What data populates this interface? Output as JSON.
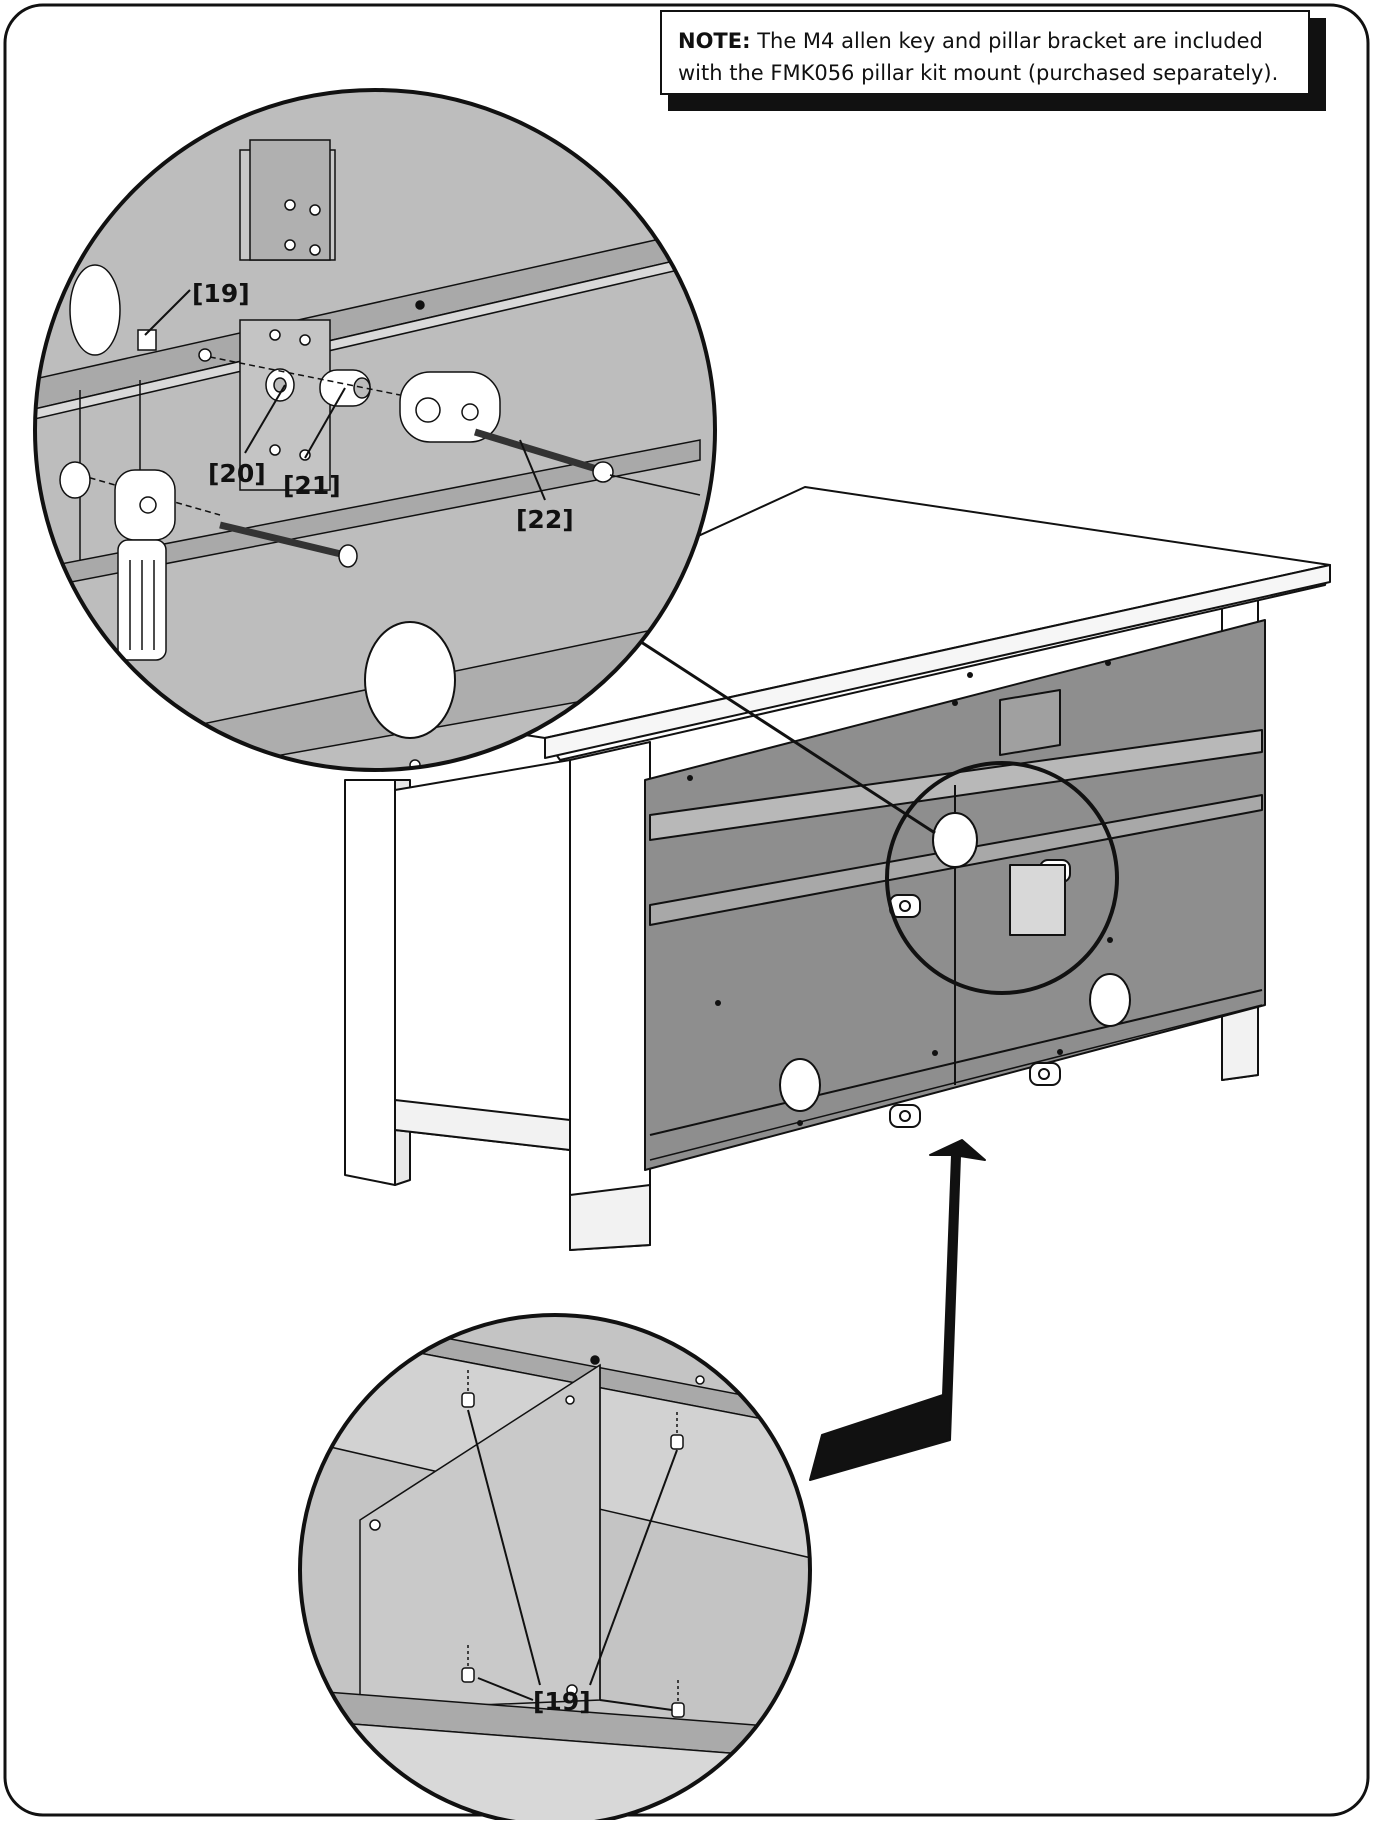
{
  "note": {
    "label": "NOTE:",
    "line1": "The M4 allen key and pillar bracket are included",
    "line2": "with the FMK056 pillar kit mount (purchased separately)."
  },
  "callouts": {
    "c19_top": "[19]",
    "c20": "[20]",
    "c21": "[21]",
    "c22": "[22]",
    "c19_bottom": "[19]"
  }
}
